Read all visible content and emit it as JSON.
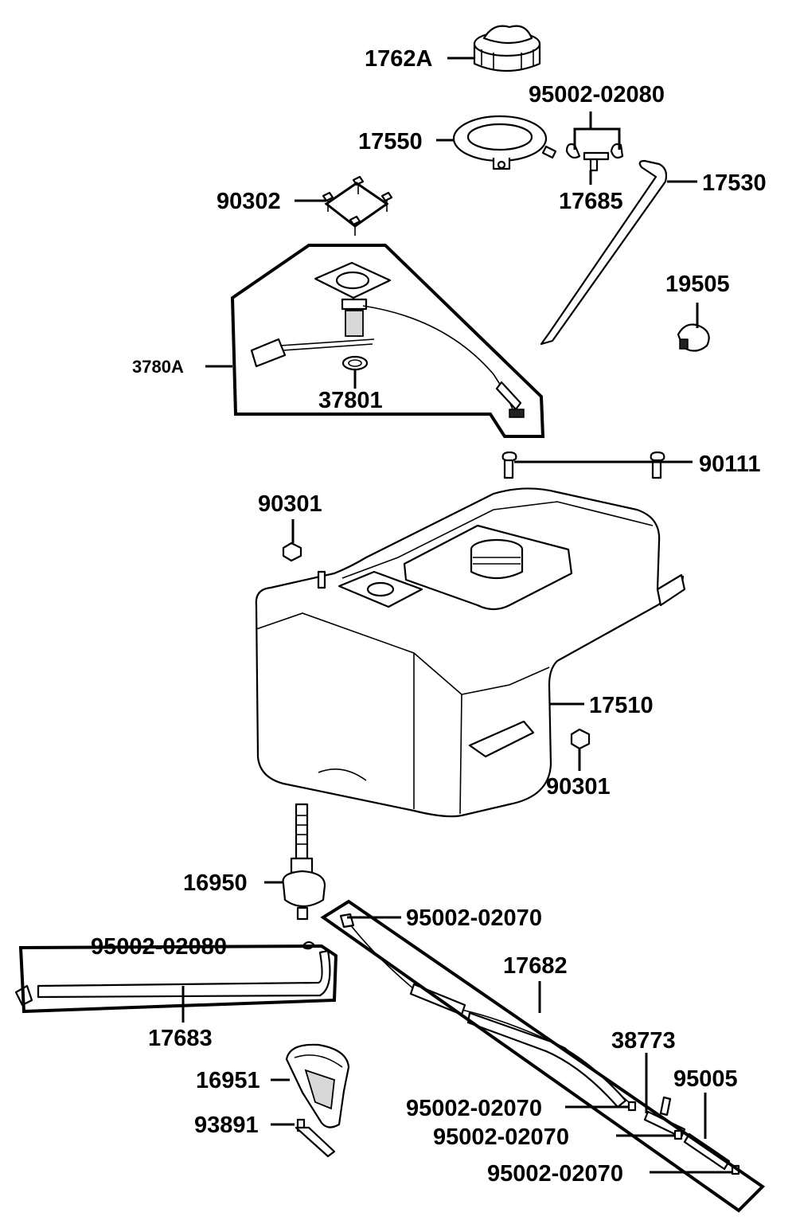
{
  "labels": {
    "cap": "1762A",
    "breather_clamps": "95002-02080",
    "gasket": "17550",
    "breather_hose": "17530",
    "breather_joint": "17685",
    "pump_bolts": "90302",
    "pump_assy": "3780A",
    "pump_seal": "37801",
    "hose_clamp": "19505",
    "tank_bolts": "90111",
    "nut_upper": "90301",
    "tank": "17510",
    "nut_lower": "90301",
    "fuel_cock": "16950",
    "clamp_top": "95002-02070",
    "clamp_left": "95002-02080",
    "fuel_hose_kit": "17682",
    "fuel_hose_left": "17683",
    "tee_joint": "38773",
    "hose_short": "95005",
    "bracket": "16951",
    "clamp_a": "95002-02070",
    "screw": "93891",
    "clamp_b": "95002-02070",
    "clamp_c": "95002-02070"
  }
}
